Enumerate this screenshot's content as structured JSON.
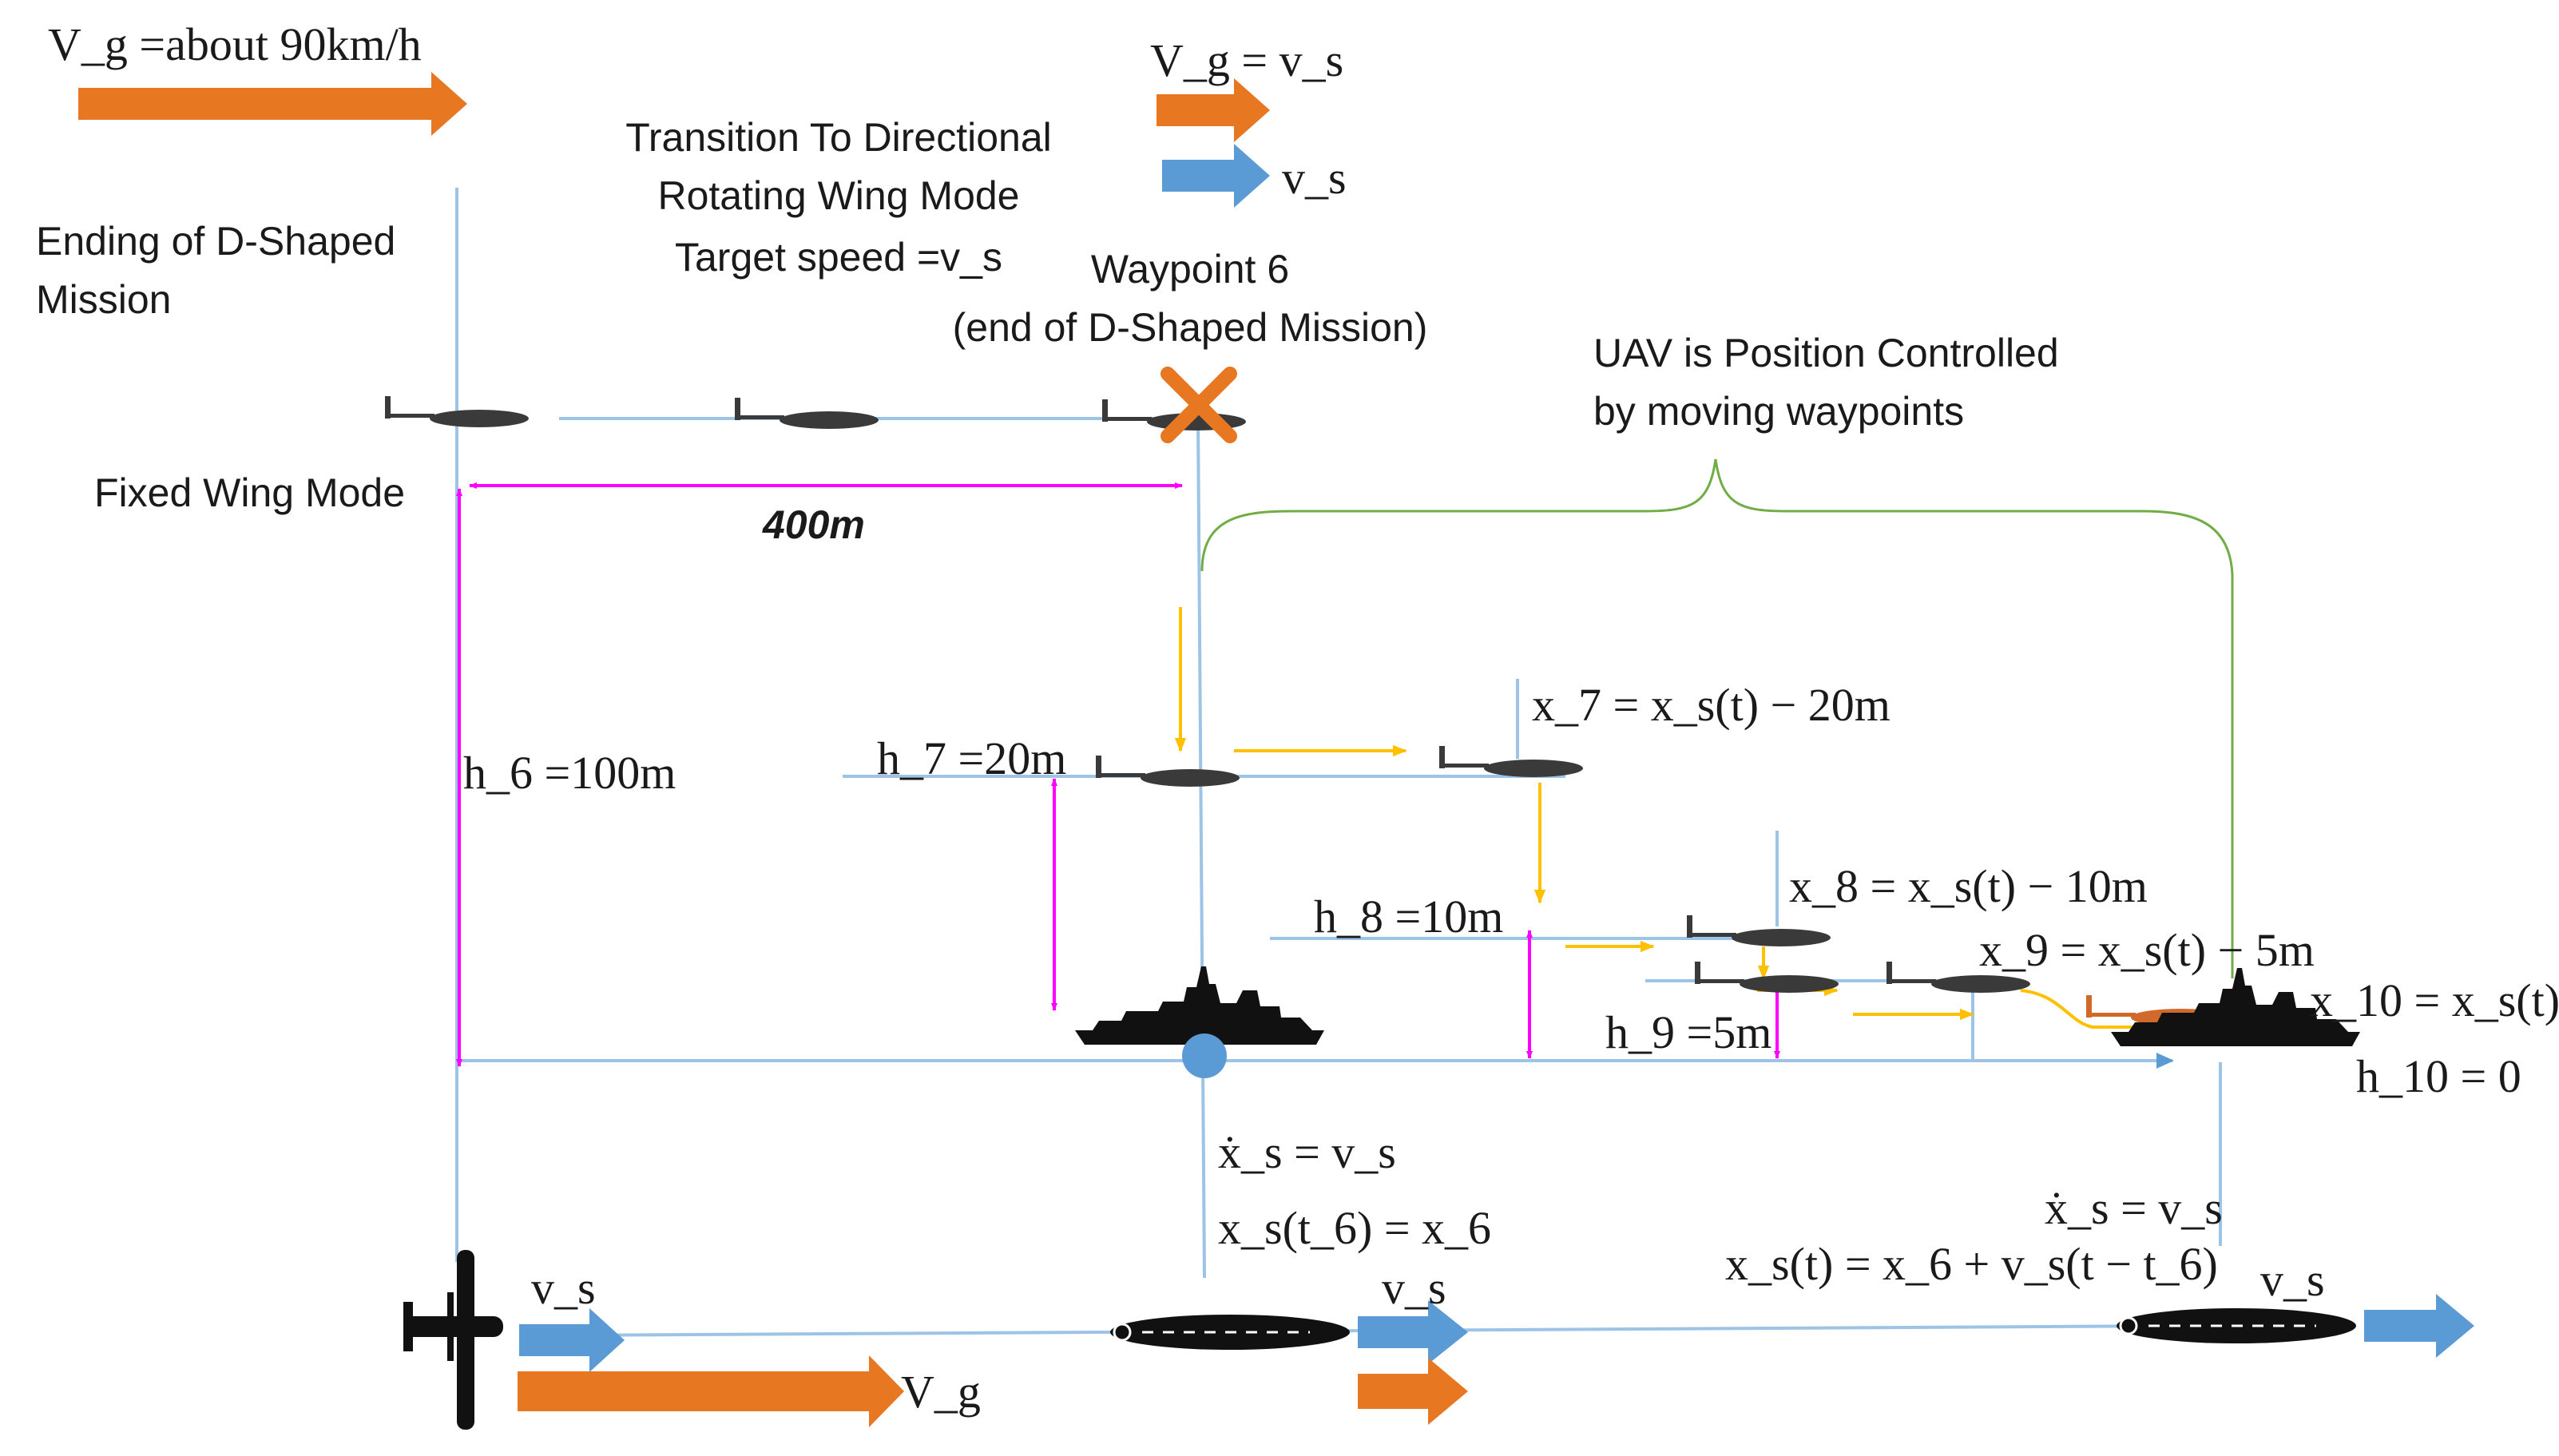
{
  "colors": {
    "orange": "#e87722",
    "blue": "#5b9bd5",
    "magenta": "#ff00ff",
    "yellow": "#ffc000",
    "light_blue_line": "#9dc3e6",
    "green": "#70ad47",
    "uav_dark": "#3a3a3a",
    "ship": "#111111",
    "uav_orange": "#d0692a"
  },
  "legend": {
    "vg_initial": "V_g =about 90km/h",
    "vg_equals_vs": "V_g = v_s",
    "vs": "v_s"
  },
  "labels": {
    "transition": [
      "Transition To Directional",
      "Rotating Wing Mode",
      "Target speed =v_s"
    ],
    "ending": [
      "Ending of D-Shaped",
      "Mission"
    ],
    "waypoint6": [
      "Waypoint 6",
      "(end of D-Shaped Mission)"
    ],
    "uav_position": [
      "UAV is Position Controlled",
      "by moving waypoints"
    ],
    "fixed_wing": "Fixed Wing Mode",
    "distance": "400m"
  },
  "altitudes": {
    "h6": "h_6 =100m",
    "h7": "h_7 =20m",
    "h8": "h_8 =10m",
    "h9": "h_9 =5m",
    "h10": "h_10 = 0"
  },
  "waypoints": {
    "x7": "x_7 = x_s(t) − 20m",
    "x8": "x_8 = x_s(t) − 10m",
    "x9": "x_9 = x_s(t) − 5m",
    "x10": "x_10 = x_s(t)"
  },
  "equations": {
    "ship_dot_left": "ẋ_s = v_s",
    "ship_init_left": "x_s(t_6) = x_6",
    "ship_dot_right": "ẋ_s = v_s",
    "ship_pos_right": "x_s(t) = x_6 + v_s(t − t_6)"
  },
  "bottom": {
    "vs_left": "v_s",
    "vg_left": "V_g",
    "vs_mid": "v_s",
    "vs_right": "v_s"
  }
}
